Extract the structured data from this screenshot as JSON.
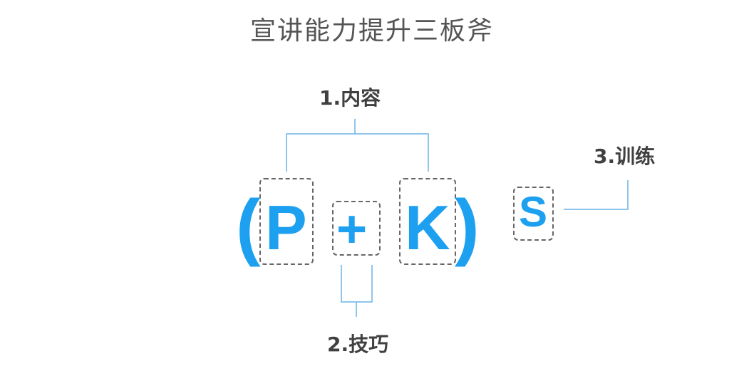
{
  "title": "宣讲能力提升三板斧",
  "labels": {
    "content": "1.内容",
    "skill": "2.技巧",
    "training": "3.训练"
  },
  "formula": {
    "open_paren": "(",
    "p": "P",
    "plus": "+",
    "k": "K",
    "close_paren": ")",
    "s": "S"
  },
  "colors": {
    "accent": "#1ea0f0",
    "connector": "#6ab4e8",
    "box_border": "#666666",
    "label_text": "#404040",
    "title_text": "#555555"
  }
}
